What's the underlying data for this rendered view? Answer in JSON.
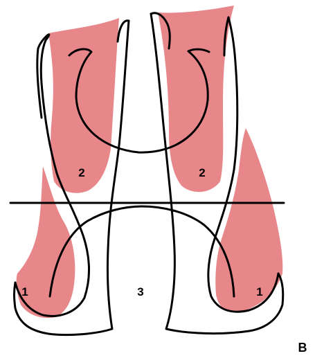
{
  "figure": {
    "panel_letter": "B",
    "region_labels": {
      "left_lower": "1",
      "right_lower": "1",
      "left_upper": "2",
      "right_upper": "2",
      "center": "3"
    }
  },
  "colors": {
    "shading": "#e8878a",
    "outline": "#000000",
    "background": "#ffffff"
  }
}
